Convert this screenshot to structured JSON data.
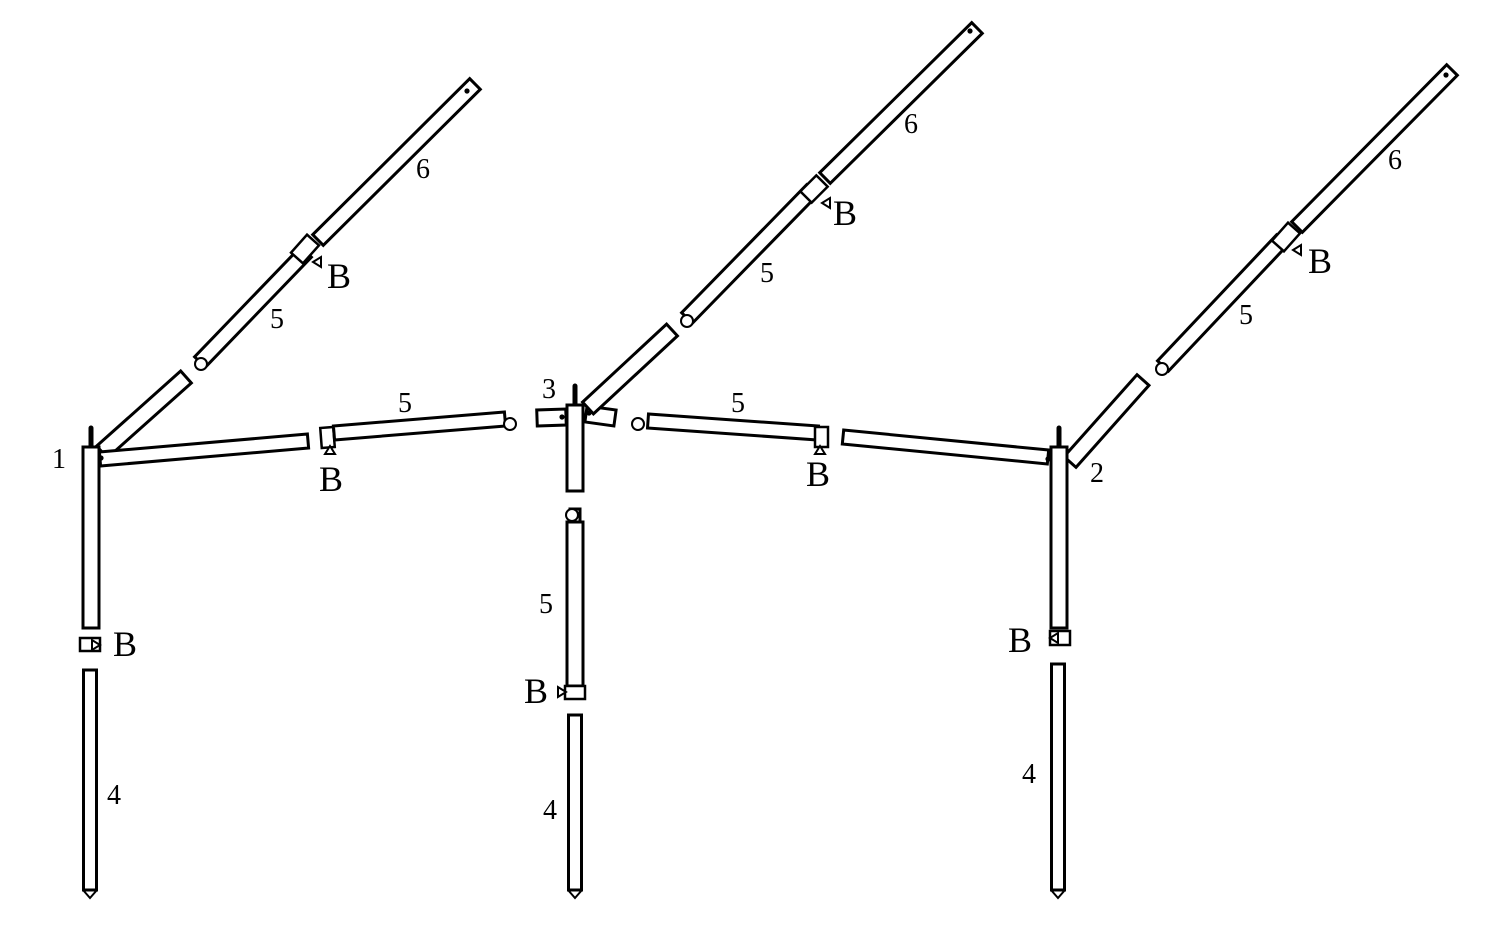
{
  "labels": {
    "post_1": "1",
    "post_2": "2",
    "post_3": "3",
    "pole_4": "4",
    "pole_5": "5",
    "pole_6": "6",
    "clamp_b": "B"
  },
  "colors": {
    "stroke": "#000000",
    "background": "#ffffff"
  }
}
